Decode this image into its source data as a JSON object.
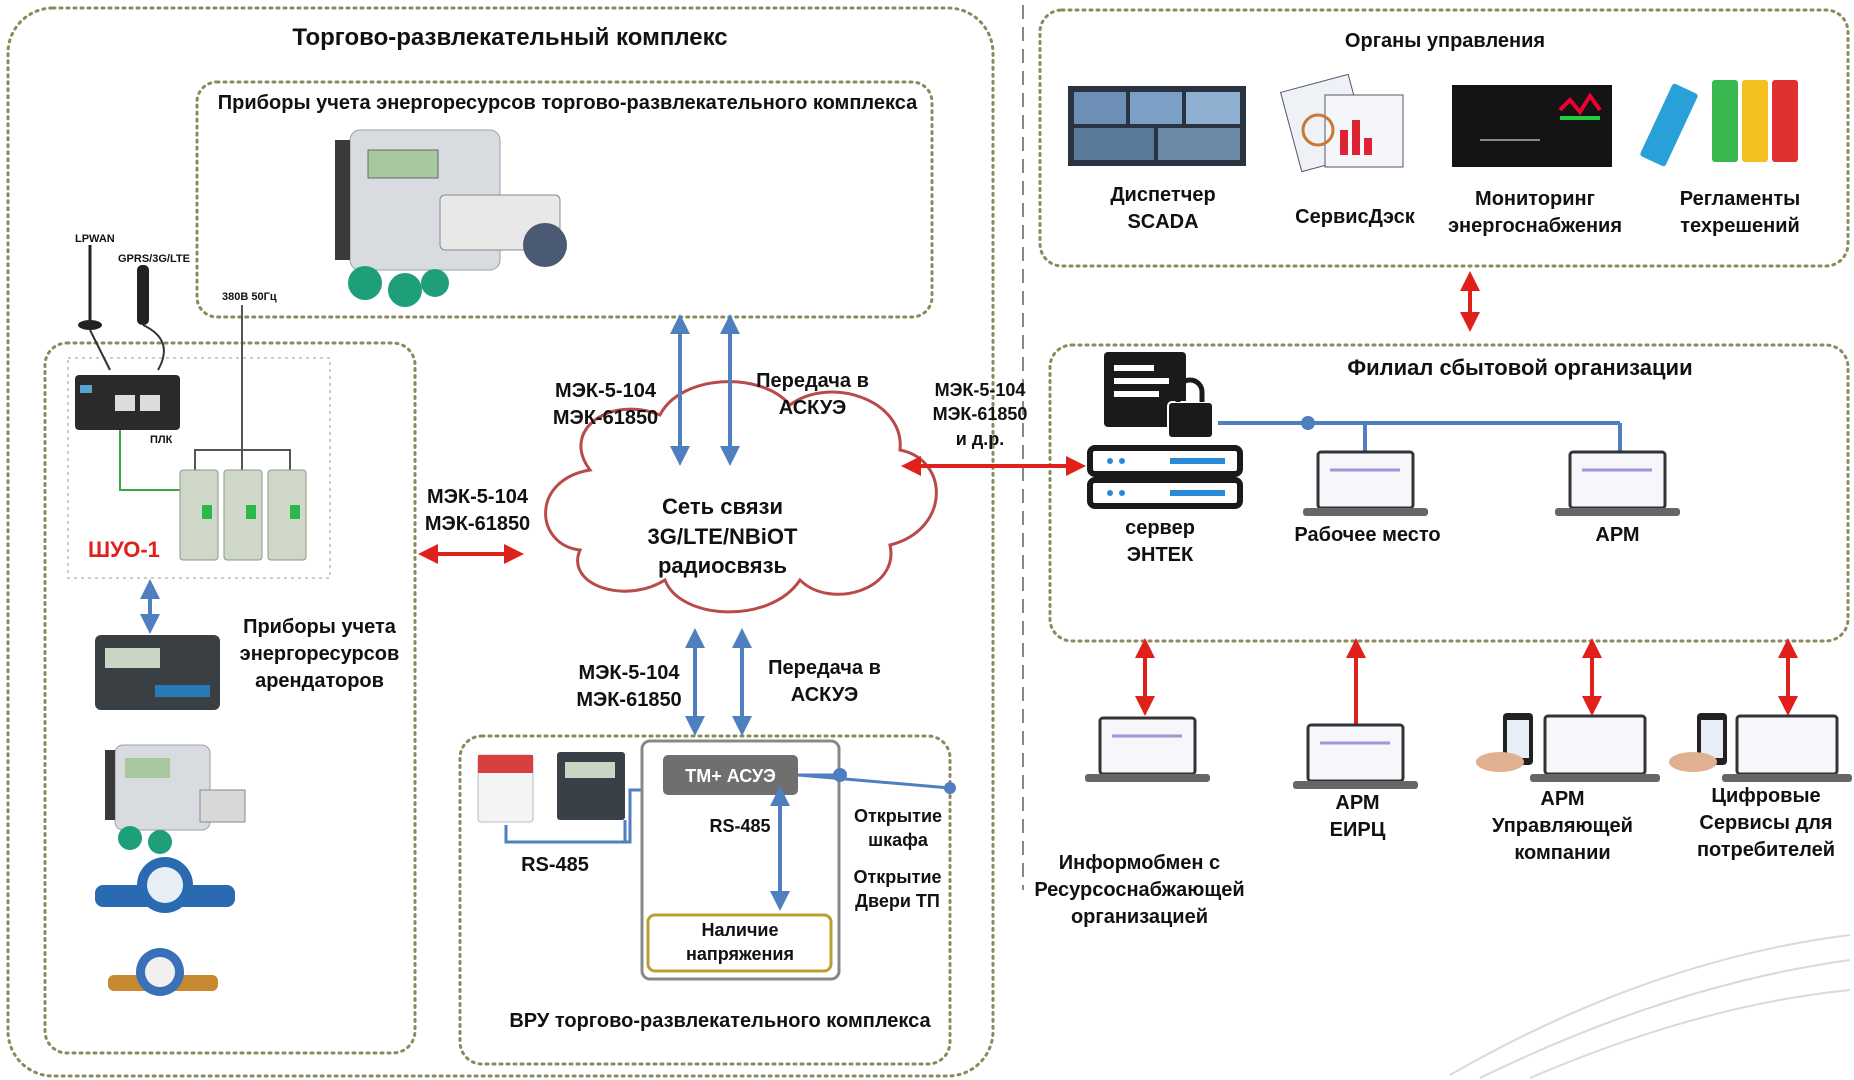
{
  "mall": {
    "title": "Торгово-развлекательный комплекс",
    "meters_box_title": "Приборы учета энергоресурсов  торгово-развлекательного комплекса",
    "power_label": "380В 50Гц",
    "antenna_lpwan": "LPWAN",
    "antenna_gprs": "GPRS/3G/LTE",
    "plc_label": "ПЛК",
    "shuo_label": "ШУО-1",
    "tenants_label": [
      "Приборы учета",
      "энергоресурсов",
      "арендаторов"
    ],
    "vru_title": "ВРУ торгово-развлекательного комплекса",
    "tm_label": "ТМ+ АСУЭ",
    "rs485_inner": "RS-485",
    "rs485_outer": "RS-485",
    "voltage_label": [
      "Наличие",
      "напряжения"
    ],
    "cabinet_open": [
      "Открытие",
      "шкафа"
    ],
    "door_open": [
      "Открытие",
      "Двери ТП"
    ]
  },
  "network": {
    "cloud_label": [
      "Сеть связи",
      "3G/LTE/NBiOT",
      "радиосвязь"
    ],
    "proto_top": [
      "МЭК-5-104",
      "МЭК-61850"
    ],
    "transfer_top": [
      "Передача в",
      "АСКУЭ"
    ],
    "proto_left": [
      "МЭК-5-104",
      "МЭК-61850"
    ],
    "proto_bottom": [
      "МЭК-5-104",
      "МЭК-61850"
    ],
    "transfer_bottom": [
      "Передача в",
      "АСКУЭ"
    ],
    "proto_right": [
      "МЭК-5-104",
      "МЭК-61850",
      "и д.р."
    ]
  },
  "management": {
    "title": "Органы управления",
    "items": [
      {
        "label": [
          "Диспетчер",
          "SCADA"
        ]
      },
      {
        "label": [
          "СервисДэск"
        ]
      },
      {
        "label": [
          "Мониторинг",
          "энергоснабжения"
        ]
      },
      {
        "label": [
          "Регламенты",
          "техрешений"
        ]
      }
    ]
  },
  "branch": {
    "title": "Филиал сбытовой организации",
    "server_label": [
      "сервер",
      "ЭНТЕК"
    ],
    "workplace_label": "Рабочее место",
    "arm_label": "АРМ"
  },
  "clients": [
    {
      "label": [
        "Информобмен с",
        "Ресурсоснабжающей",
        "организацией"
      ]
    },
    {
      "label": [
        "АРМ",
        "ЕИРЦ"
      ]
    },
    {
      "label": [
        "АРМ",
        "Управляющей",
        "компании"
      ]
    },
    {
      "label": [
        "Цифровые",
        "Сервисы для",
        "потребителей"
      ]
    }
  ],
  "colors": {
    "dotted_border": "#8a8a5a",
    "blue_line": "#4f7fbf",
    "red_arrow": "#e0201a",
    "cloud_stroke": "#b84a4a",
    "tm_fill": "#6f6f6f",
    "voltage_border": "#b8a030"
  }
}
